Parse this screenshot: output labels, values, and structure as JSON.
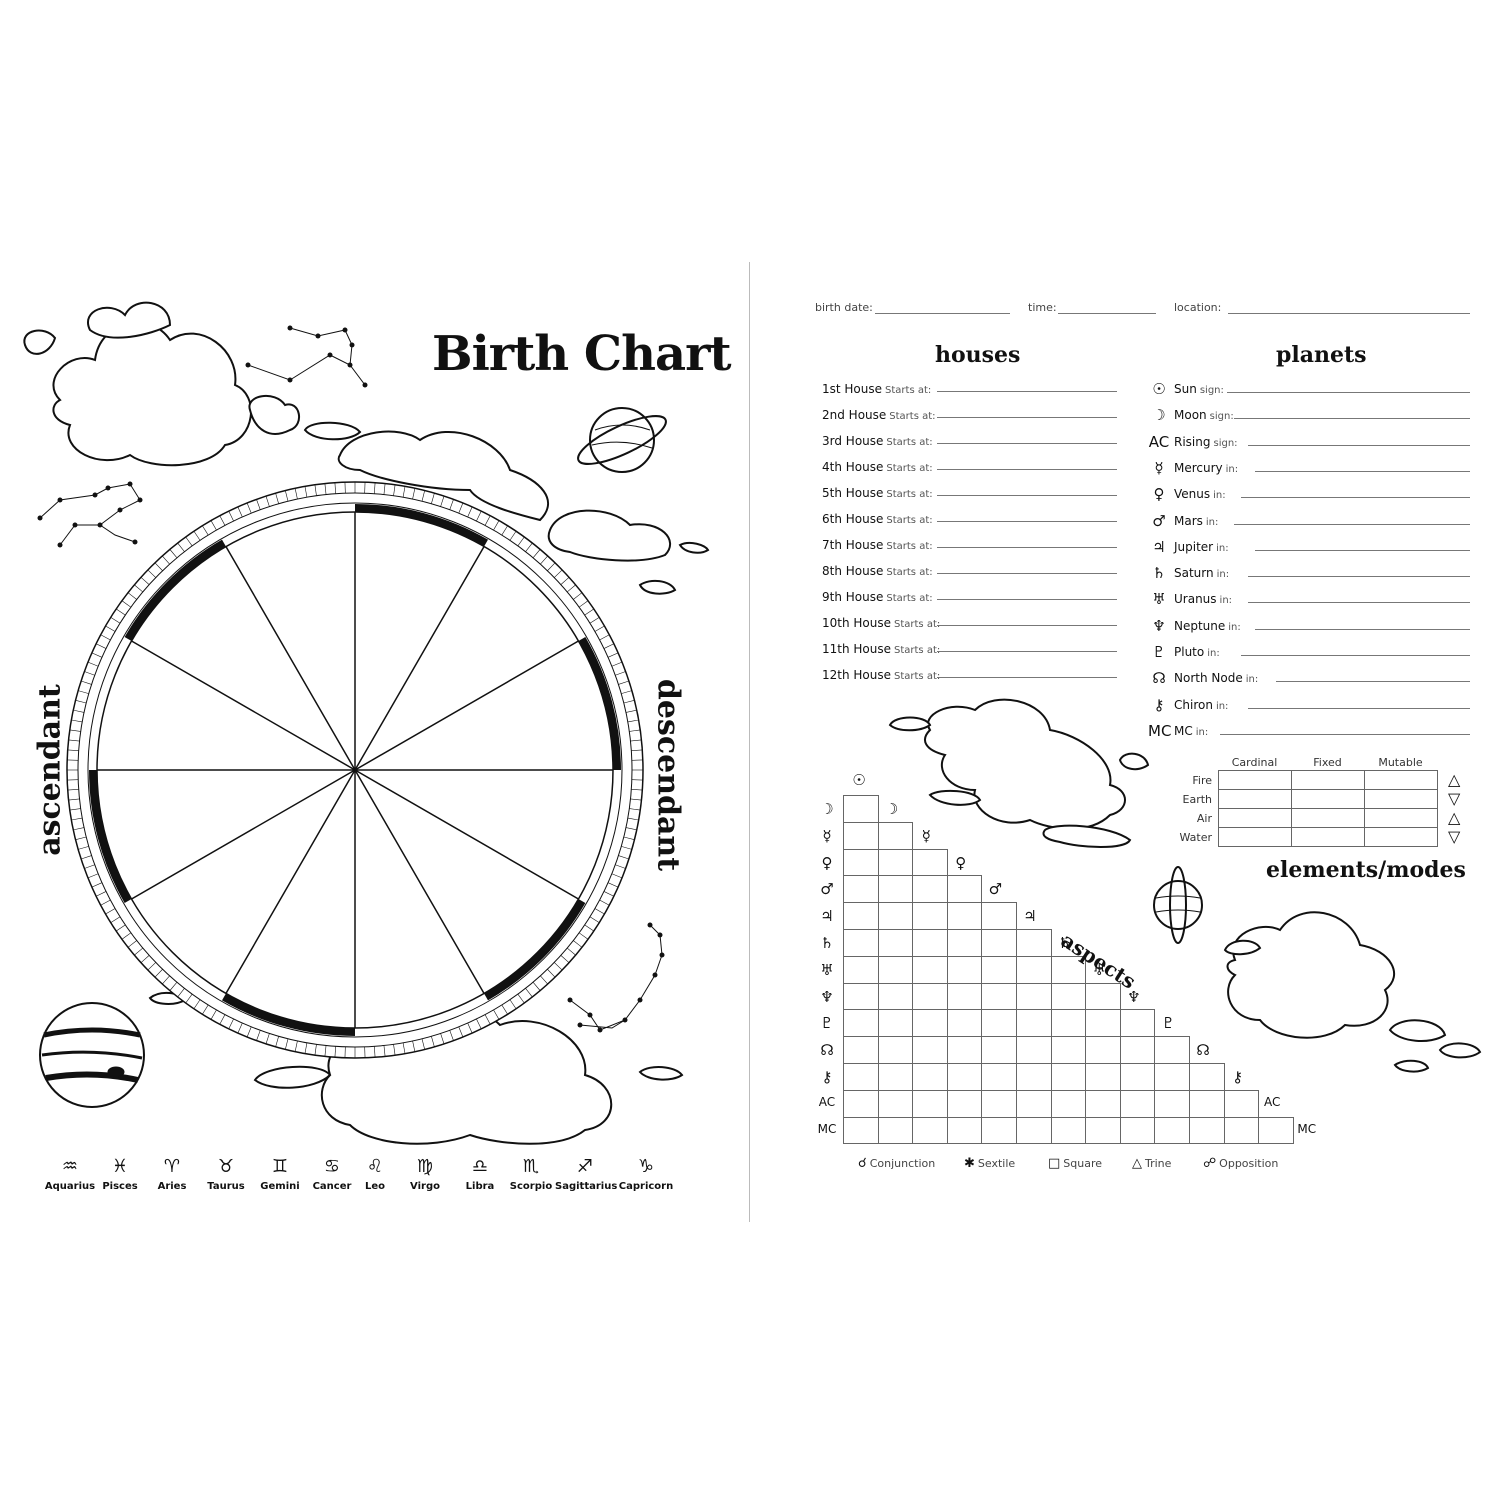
{
  "left": {
    "title": "Birth Chart",
    "ascendant": "ascendant",
    "descendant": "descendant",
    "zodiac": [
      {
        "glyph": "♒",
        "name": "Aquarius"
      },
      {
        "glyph": "♓",
        "name": "Pisces"
      },
      {
        "glyph": "♈",
        "name": "Aries"
      },
      {
        "glyph": "♉",
        "name": "Taurus"
      },
      {
        "glyph": "♊",
        "name": "Gemini"
      },
      {
        "glyph": "♋",
        "name": "Cancer"
      },
      {
        "glyph": "♌",
        "name": "Leo"
      },
      {
        "glyph": "♍",
        "name": "Virgo"
      },
      {
        "glyph": "♎",
        "name": "Libra"
      },
      {
        "glyph": "♏",
        "name": "Scorpio"
      },
      {
        "glyph": "♐",
        "name": "Sagittarius"
      },
      {
        "glyph": "♑",
        "name": "Capricorn"
      }
    ]
  },
  "right": {
    "header": {
      "birth_date": "birth date:",
      "time": "time:",
      "location": "location:"
    },
    "houses_title": "houses",
    "planets_title": "planets",
    "starts_at": "Starts at:",
    "houses": [
      "1st House",
      "2nd House",
      "3rd House",
      "4th House",
      "5th House",
      "6th House",
      "7th House",
      "8th House",
      "9th House",
      "10th House",
      "11th House",
      "12th House"
    ],
    "planets": [
      {
        "sym": "☉",
        "name": "Sun",
        "suffix": "sign:"
      },
      {
        "sym": "☽",
        "name": "Moon",
        "suffix": "sign:"
      },
      {
        "sym": "AC",
        "name": "Rising",
        "suffix": "sign:"
      },
      {
        "sym": "☿",
        "name": "Mercury",
        "suffix": "in:"
      },
      {
        "sym": "♀",
        "name": "Venus",
        "suffix": "in:"
      },
      {
        "sym": "♂",
        "name": "Mars",
        "suffix": "in:"
      },
      {
        "sym": "♃",
        "name": "Jupiter",
        "suffix": "in:"
      },
      {
        "sym": "♄",
        "name": "Saturn",
        "suffix": "in:"
      },
      {
        "sym": "♅",
        "name": "Uranus",
        "suffix": "in:"
      },
      {
        "sym": "♆",
        "name": "Neptune",
        "suffix": "in:"
      },
      {
        "sym": "♇",
        "name": "Pluto",
        "suffix": "in:"
      },
      {
        "sym": "☊",
        "name": "North Node",
        "suffix": "in:"
      },
      {
        "sym": "⚷",
        "name": "Chiron",
        "suffix": "in:"
      },
      {
        "sym": "MC",
        "name": "MC",
        "suffix": "in:"
      }
    ],
    "modes": {
      "columns": [
        "Cardinal",
        "Fixed",
        "Mutable"
      ],
      "rows": [
        "Fire",
        "Earth",
        "Air",
        "Water"
      ],
      "row_symbols": [
        "△",
        "▽",
        "△",
        "▽"
      ],
      "title": "elements/modes"
    },
    "aspects": {
      "title": "aspects",
      "symbols": [
        "☉",
        "☽",
        "☿",
        "♀",
        "♂",
        "♃",
        "♄",
        "♅",
        "♆",
        "♇",
        "☊",
        "⚷",
        "AC",
        "MC"
      ],
      "legend": [
        {
          "sym": "☌",
          "label": "Conjunction"
        },
        {
          "sym": "✱",
          "label": "Sextile"
        },
        {
          "sym": "□",
          "label": "Square"
        },
        {
          "sym": "△",
          "label": "Trine"
        },
        {
          "sym": "☍",
          "label": "Opposition"
        }
      ]
    }
  }
}
